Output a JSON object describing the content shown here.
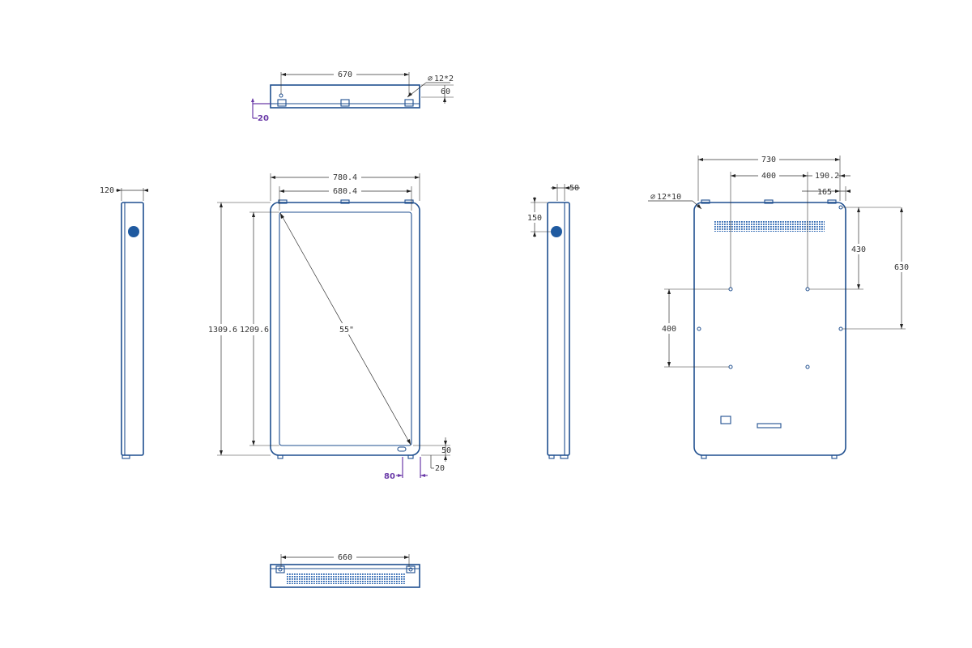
{
  "drawing": {
    "colors": {
      "part": "#1f4f8f",
      "dimension": "#333333",
      "highlight": "#6a3aa8",
      "accent": "#1f5aa0"
    },
    "top_view": {
      "width": "670",
      "hole": "12*2",
      "depth": "60",
      "offset": "20"
    },
    "front_view": {
      "outer_width": "780.4",
      "inner_width": "680.4",
      "outer_height": "1309.6",
      "inner_height": "1209.6",
      "diagonal": "55\"",
      "bezel": "50",
      "bottom_gap": "20",
      "button_offset": "80"
    },
    "left_view": {
      "thickness": "120"
    },
    "right_view": {
      "thickness": "50",
      "knob_offset": "150"
    },
    "rear_view": {
      "overall_width": "730",
      "vesa_width": "400",
      "right_offset": "190.2",
      "edge_offset": "165",
      "hole": "12*10",
      "vertical_short": "430",
      "vertical_long": "630",
      "vesa_height": "400"
    },
    "bottom_view": {
      "width": "660"
    }
  }
}
